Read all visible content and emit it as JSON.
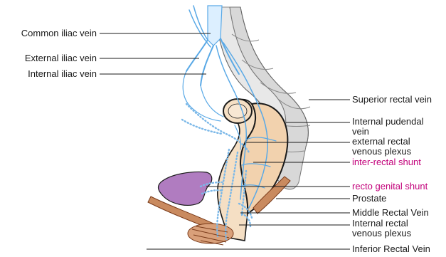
{
  "labels": {
    "common_iliac": "Common iliac vein",
    "external_iliac": "External iliac vein",
    "internal_iliac": "Internal iliac vein",
    "superior_rectal": "Superior rectal vein",
    "internal_pudendal_1": "Internal pudendal",
    "internal_pudendal_2": "vein",
    "external_plexus_1": "external rectal",
    "external_plexus_2": "venous plexus",
    "inter_rectal_shunt": "inter-rectal shunt",
    "recto_genital_shunt": "recto genital shunt",
    "prostate": "Prostate",
    "middle_rectal": "Middle Rectal Vein",
    "internal_plexus_1": "Internal rectal",
    "internal_plexus_2": "venous plexus",
    "inferior_rectal": "Inferior Rectal Vein"
  },
  "colors": {
    "vein": "#5aa9e6",
    "vein_light": "#dcefff",
    "rectum_fill": "#f5dfc4",
    "colon_fill": "#e8e8e8",
    "prostate_fill": "#b07cc0",
    "muscle_fill": "#a0522d",
    "shunt_text": "#c2007a",
    "label_text": "#1a1a1a"
  }
}
